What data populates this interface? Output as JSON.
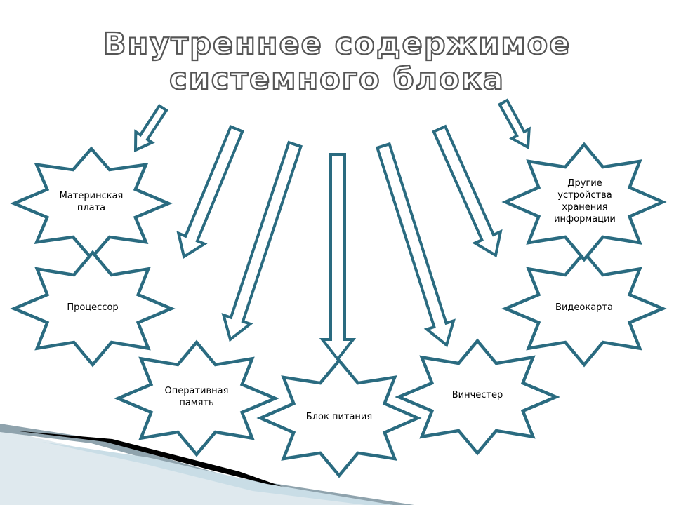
{
  "slide": {
    "title_line1": "Внутреннее содержимое",
    "title_line2": "системного блока"
  },
  "components": [
    {
      "id": "motherboard",
      "label": "Материнская\nплата"
    },
    {
      "id": "cpu",
      "label": "Процессор"
    },
    {
      "id": "ram",
      "label": "Оперативная\nпамять"
    },
    {
      "id": "psu",
      "label": "Блок питания"
    },
    {
      "id": "hdd",
      "label": "Винчестер"
    },
    {
      "id": "gpu",
      "label": "Видеокарта"
    },
    {
      "id": "storage",
      "label": "Другие\nустройства\nхранения\nинформации"
    }
  ],
  "colors": {
    "shape_stroke": "#2a6b80",
    "title_outline": "#555555",
    "corner_dark": "#000000",
    "corner_light": "#d2e6ef"
  },
  "icons": {
    "arrow": "down-arrow-icon",
    "star": "eight-point-star"
  }
}
